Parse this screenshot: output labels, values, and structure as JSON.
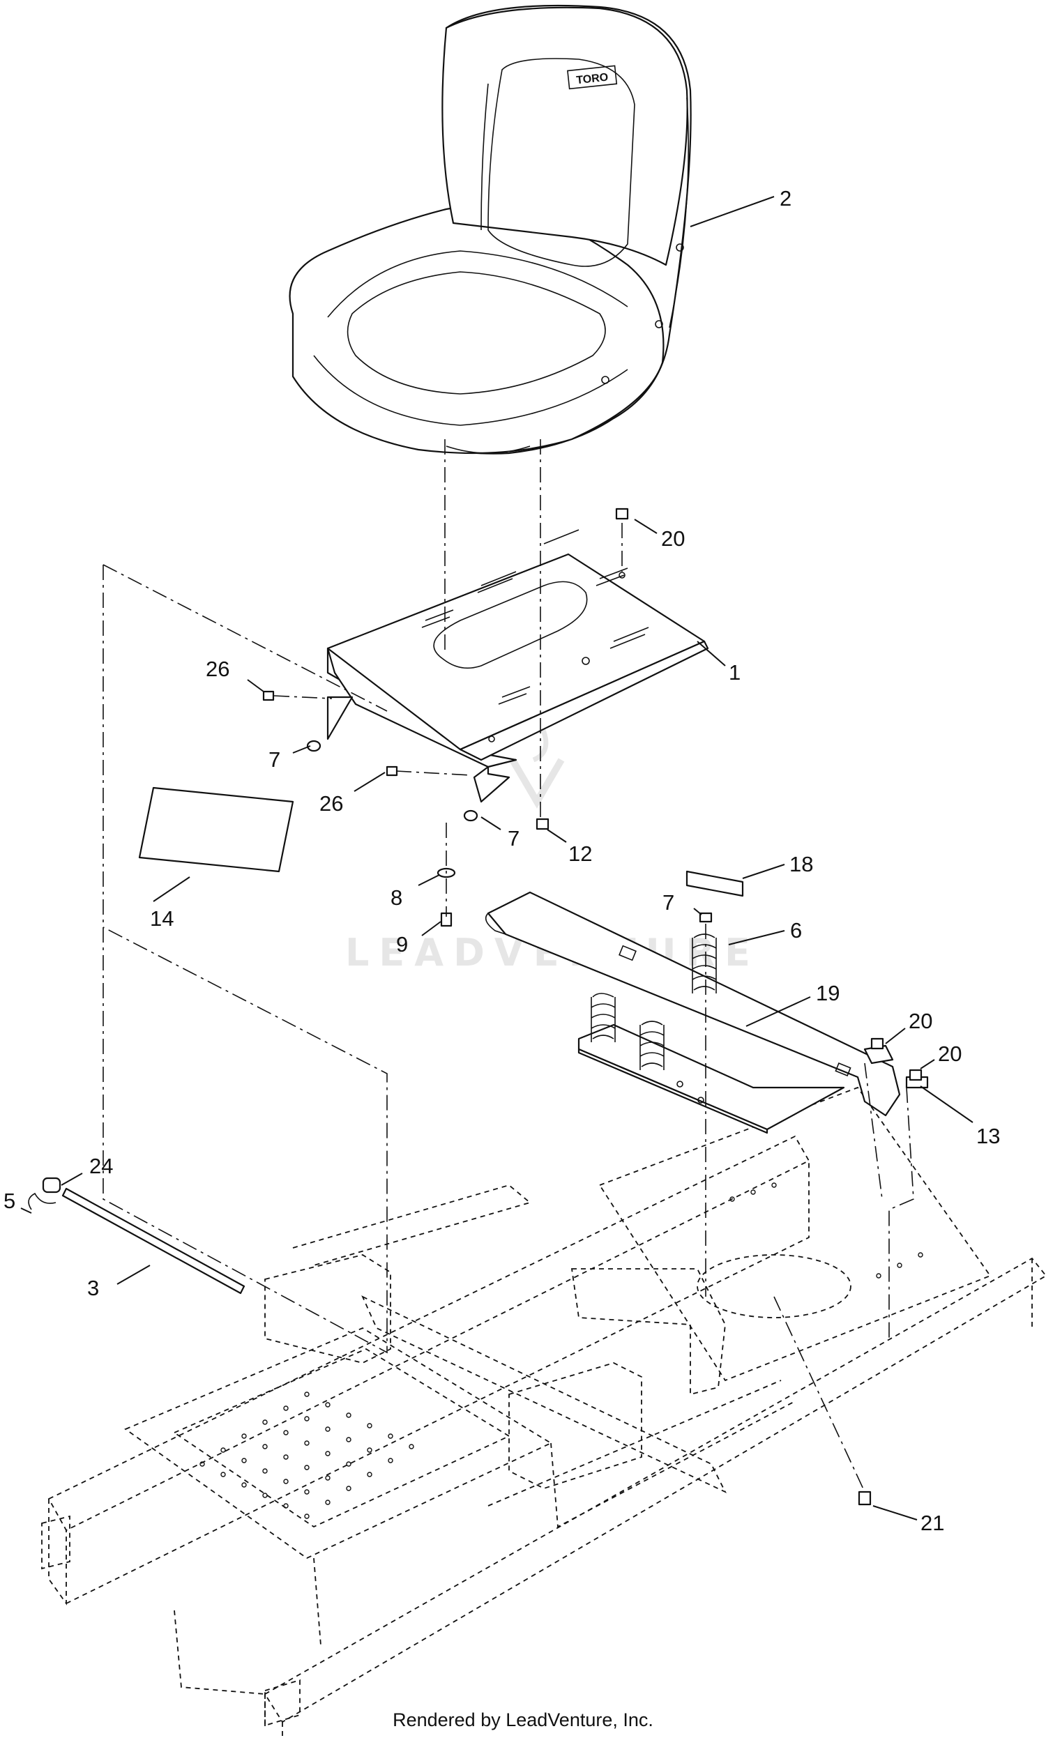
{
  "callouts": [
    {
      "id": "c2",
      "label": "2"
    },
    {
      "id": "c20a",
      "label": "20"
    },
    {
      "id": "c1",
      "label": "1"
    },
    {
      "id": "c26a",
      "label": "26"
    },
    {
      "id": "c7a",
      "label": "7"
    },
    {
      "id": "c26b",
      "label": "26"
    },
    {
      "id": "c7b",
      "label": "7"
    },
    {
      "id": "c12",
      "label": "12"
    },
    {
      "id": "c8",
      "label": "8"
    },
    {
      "id": "c14",
      "label": "14"
    },
    {
      "id": "c9",
      "label": "9"
    },
    {
      "id": "c18",
      "label": "18"
    },
    {
      "id": "c7c",
      "label": "7"
    },
    {
      "id": "c6",
      "label": "6"
    },
    {
      "id": "c19",
      "label": "19"
    },
    {
      "id": "c20b",
      "label": "20"
    },
    {
      "id": "c20c",
      "label": "20"
    },
    {
      "id": "c13",
      "label": "13"
    },
    {
      "id": "c24",
      "label": "24"
    },
    {
      "id": "c5",
      "label": "5"
    },
    {
      "id": "c3",
      "label": "3"
    },
    {
      "id": "c21",
      "label": "21"
    }
  ],
  "seat_logo": "TORO",
  "watermark": "LEADVENTURE",
  "footer": "Rendered by LeadVenture, Inc."
}
